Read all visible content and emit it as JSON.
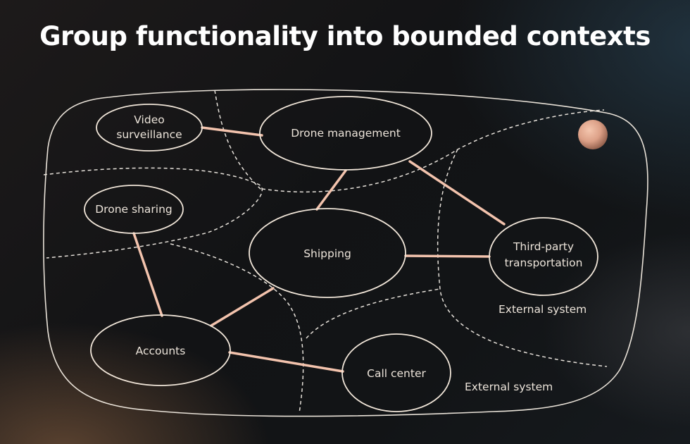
{
  "title": "Group functionality into bounded contexts",
  "colors": {
    "relation_line": "#f3c3ad",
    "outline": "#f1e6d9",
    "planet": "#e3a98e"
  },
  "nodes": [
    {
      "id": "video",
      "lines": [
        "Video",
        "surveillance"
      ]
    },
    {
      "id": "drone_mgmt",
      "lines": [
        "Drone management"
      ]
    },
    {
      "id": "drone_sharing",
      "lines": [
        "Drone sharing"
      ]
    },
    {
      "id": "shipping",
      "lines": [
        "Shipping"
      ]
    },
    {
      "id": "third_party",
      "lines": [
        "Third-party",
        "transportation"
      ]
    },
    {
      "id": "accounts",
      "lines": [
        "Accounts"
      ]
    },
    {
      "id": "call_center",
      "lines": [
        "Call center"
      ]
    }
  ],
  "external_labels": [
    "External system",
    "External system"
  ],
  "relations": [
    [
      "video",
      "drone_mgmt"
    ],
    [
      "drone_mgmt",
      "shipping"
    ],
    [
      "drone_mgmt",
      "third_party"
    ],
    [
      "shipping",
      "third_party"
    ],
    [
      "drone_sharing",
      "accounts"
    ],
    [
      "shipping",
      "accounts"
    ],
    [
      "accounts",
      "call_center"
    ]
  ]
}
